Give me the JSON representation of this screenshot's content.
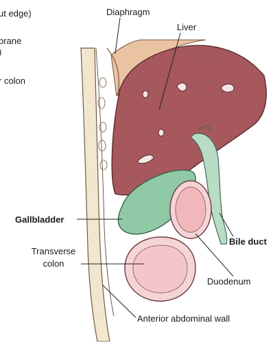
{
  "labels": {
    "cut_edge": "ut edge)",
    "membrane_1": "brane",
    "membrane_2": ")",
    "colon_partial": "r colon",
    "diaphragm": "Diaphragm",
    "liver": "Liver",
    "gallbladder": "Gallbladder",
    "bile_duct": "Bile duct",
    "transverse_colon_1": "Transverse",
    "transverse_colon_2": "colon",
    "duodenum": "Duodenum",
    "anterior_wall": "Anterior abdominal wall"
  },
  "colors": {
    "liver": "#a85a5e",
    "liver_stipple": "#7a2f37",
    "gallbladder": "#8fc9a6",
    "bile_duct": "#b9dcc7",
    "colon": "#f4c6c9",
    "duodenum": "#f1b8bc",
    "wall": "#f3e6cf",
    "leader": "#222222"
  }
}
